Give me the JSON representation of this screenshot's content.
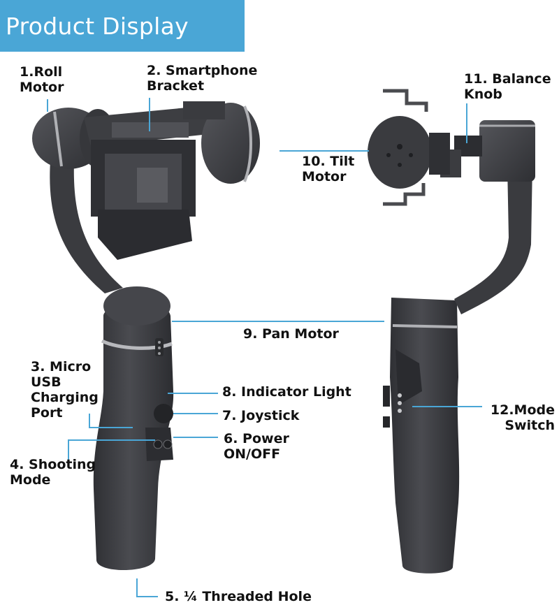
{
  "header": {
    "title": "Product Display"
  },
  "colors": {
    "banner": "#4aa6d6",
    "leader_line": "#4aa6d6",
    "body": "#3e3f43"
  },
  "labels": [
    {
      "id": "roll-motor",
      "text": "1.Roll\nMotor"
    },
    {
      "id": "smartphone-bracket",
      "text": "2. Smartphone\nBracket"
    },
    {
      "id": "micro-usb-charging-port",
      "text": "3. Micro\nUSB\nCharging\nPort"
    },
    {
      "id": "shooting-mode",
      "text": "4. Shooting\nMode"
    },
    {
      "id": "threaded-hole",
      "text": "5. ¼ Threaded Hole"
    },
    {
      "id": "power-on-off",
      "text": "6. Power\nON/OFF"
    },
    {
      "id": "joystick",
      "text": "7. Joystick"
    },
    {
      "id": "indicator-light",
      "text": "8. Indicator Light"
    },
    {
      "id": "pan-motor",
      "text": "9. Pan Motor"
    },
    {
      "id": "tilt-motor",
      "text": "10. Tilt\nMotor"
    },
    {
      "id": "balance-knob",
      "text": "11. Balance\nKnob"
    },
    {
      "id": "mode-switch",
      "text": "12.Mode\nSwitch"
    }
  ]
}
